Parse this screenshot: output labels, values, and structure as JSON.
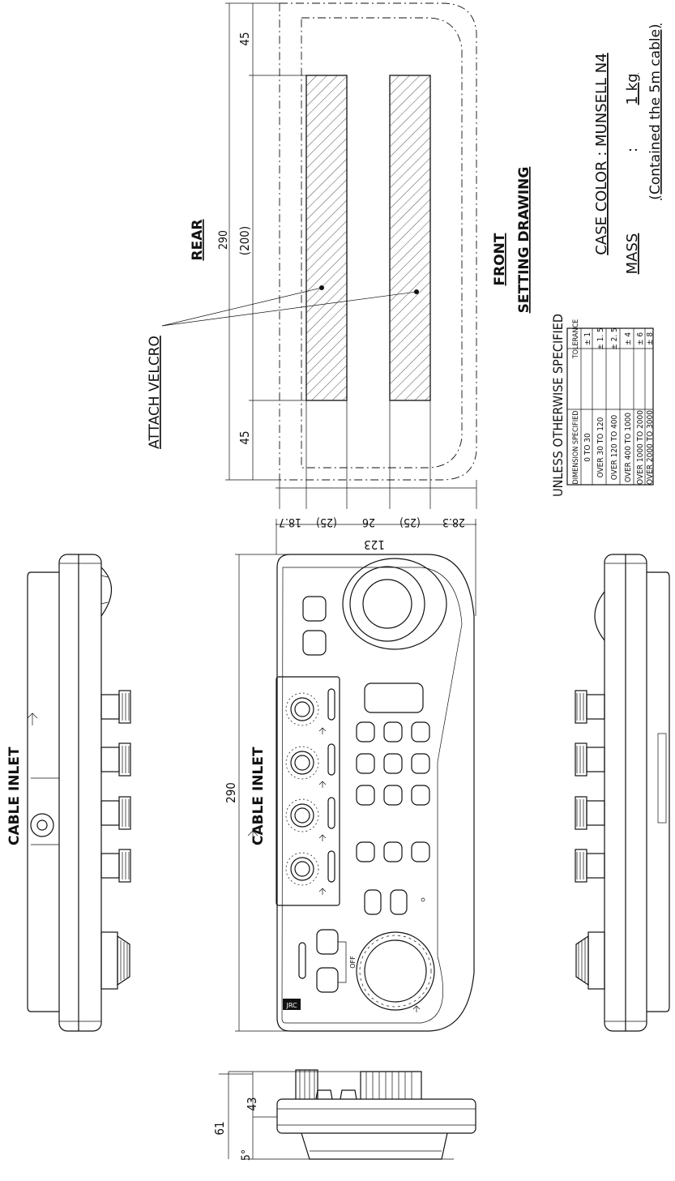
{
  "labels": {
    "rear": "REAR",
    "front": "FRONT",
    "setting_drawing": "SETTING DRAWING",
    "attach_velcro": "ATTACH VELCRO",
    "cable_inlet": "CABLE INLET",
    "brand": "JRC",
    "off": "OFF"
  },
  "dimensions": {
    "rear_length": "290",
    "rear_inner": "(200)",
    "rear_top": "45",
    "rear_bottom": "45",
    "widths": [
      "18.7",
      "(25)",
      "26",
      "(25)",
      "28.3"
    ],
    "front_width": "123",
    "front_length": "290",
    "side_height": "43",
    "side_total": "61",
    "side_angle": "5°"
  },
  "specs": {
    "case_color": "CASE  COLOR   :  MUNSELL  N4",
    "mass": "MASS",
    "mass_colon": ":",
    "mass_value": "1  kg",
    "mass_note": "(Contained  the  5m  cable)"
  },
  "tolerance_table": {
    "title": "UNLESS  OTHERWISE  SPECIFIED",
    "headers": [
      "DIMENSION  SPECIFIED",
      "TOLERANCE"
    ],
    "rows": [
      [
        "0    TO    30",
        "± 1"
      ],
      [
        "OVER  30   TO   120",
        "± 1. 5"
      ],
      [
        "OVER  120   TO   400",
        "± 2. 5"
      ],
      [
        "OVER  400   TO   1000",
        "± 4"
      ],
      [
        "OVER  1000   TO   2000",
        "± 6"
      ],
      [
        "OVER  2000   TO   3000",
        "± 8"
      ]
    ]
  }
}
